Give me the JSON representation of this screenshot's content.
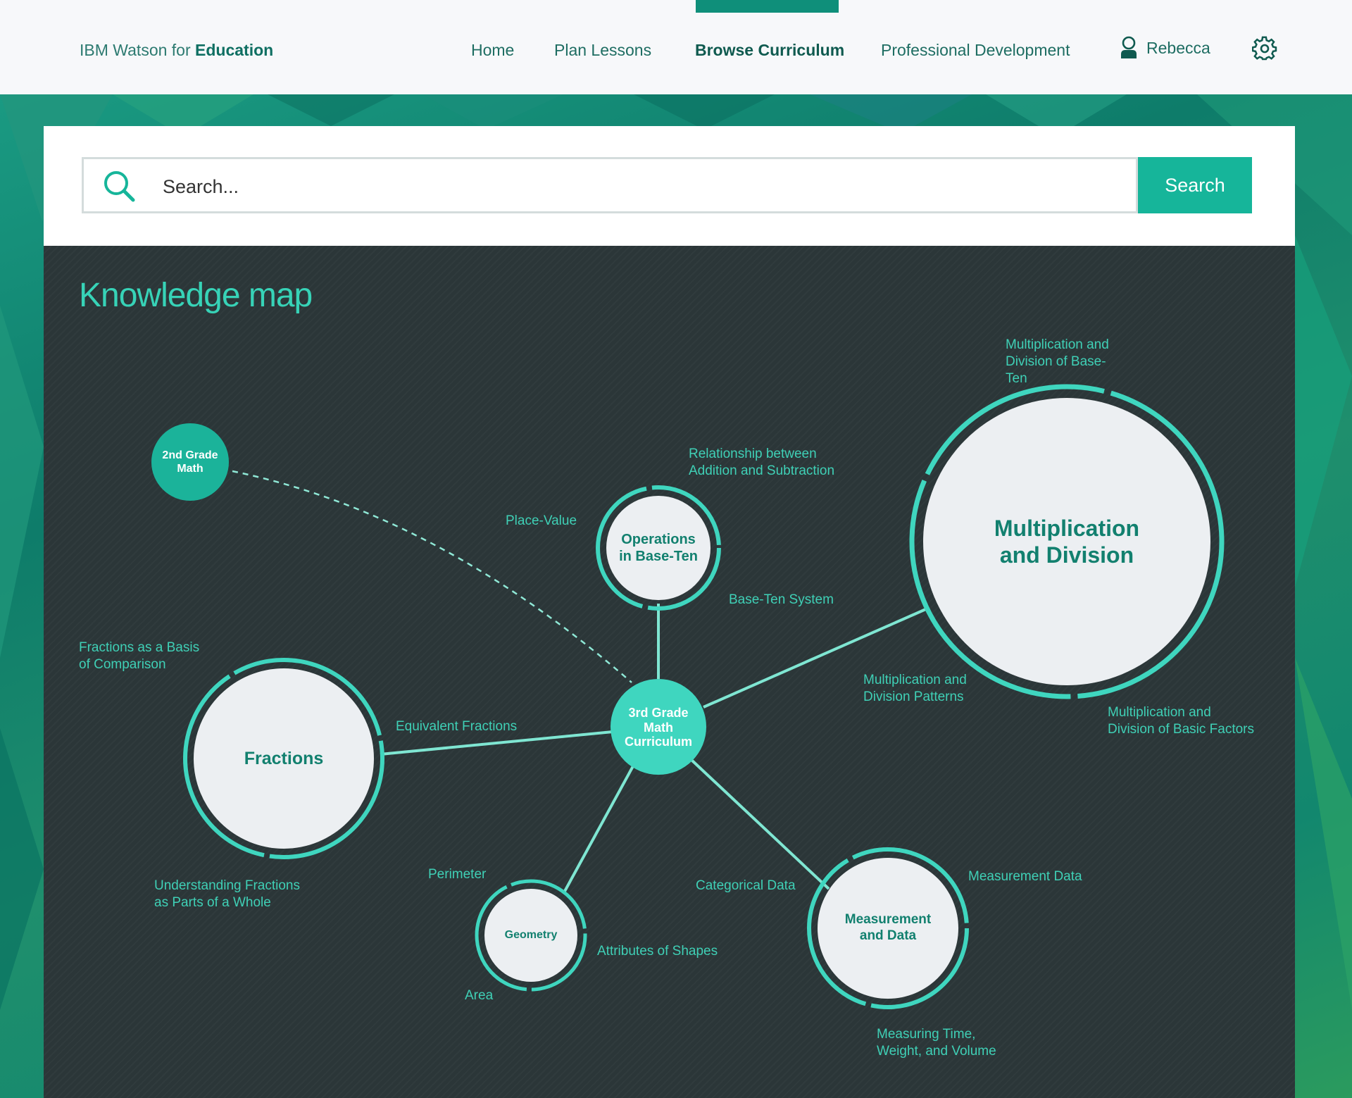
{
  "header": {
    "brand_prefix": "IBM Watson for ",
    "brand_bold": "Education",
    "nav": [
      {
        "label": "Home"
      },
      {
        "label": "Plan Lessons"
      },
      {
        "label": "Browse Curriculum",
        "active": true
      },
      {
        "label": "Professional Development"
      }
    ],
    "user_name": "Rebecca",
    "icons": {
      "user": "user-icon",
      "settings": "gear-icon"
    }
  },
  "search": {
    "placeholder": "Search...",
    "button_label": "Search",
    "icon": "search-icon"
  },
  "colors": {
    "accent": "#16b59a",
    "map_background": "#2b3638",
    "node_fill": "#eceff2",
    "node_ring": "#3fd6bf",
    "label": "#3fd0b6"
  },
  "knowledge_map": {
    "title": "Knowledge map",
    "nodes": {
      "center": "3rd Grade Math Curriculum",
      "prior": "2nd Grade Math",
      "operations": "Operations in Base-Ten",
      "multiplication": "Multiplication and Division",
      "fractions": "Fractions",
      "geometry": "Geometry",
      "measurement": "Measurement and Data"
    },
    "topics": {
      "relationship": "Relationship between Addition and Subtraction",
      "place_value": "Place-Value",
      "base_ten_system": "Base-Ten System",
      "mult_base_ten": "Multiplication and Division of Base-Ten",
      "mult_patterns": "Multiplication and Division Patterns",
      "mult_basic": "Multiplication and Division of Basic Factors",
      "frac_comparison": "Fractions as a Basis of Comparison",
      "equivalent": "Equivalent Fractions",
      "frac_parts": "Understanding Fractions as Parts of a Whole",
      "perimeter": "Perimeter",
      "attributes": "Attributes of Shapes",
      "area": "Area",
      "categorical": "Categorical Data",
      "measurement_data": "Measurement Data",
      "measuring_time": "Measuring Time, Weight, and Volume"
    }
  }
}
